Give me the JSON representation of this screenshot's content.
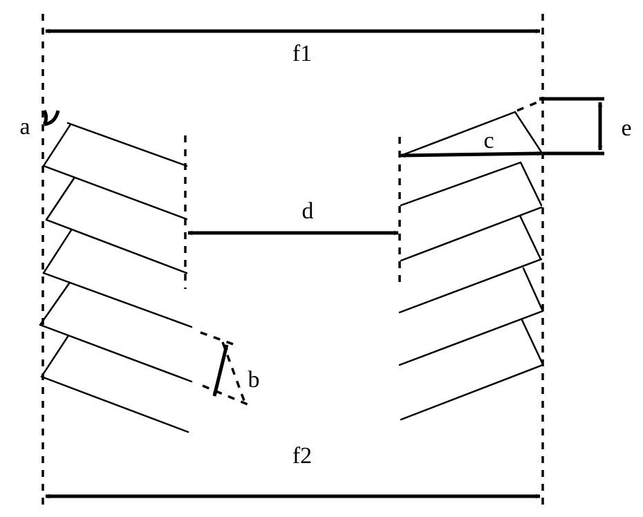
{
  "labels": {
    "a": "a",
    "b": "b",
    "c": "c",
    "d": "d",
    "e": "e",
    "f1": "f1",
    "f2": "f2"
  },
  "colors": {
    "ink": "#000000",
    "background": "#ffffff"
  }
}
